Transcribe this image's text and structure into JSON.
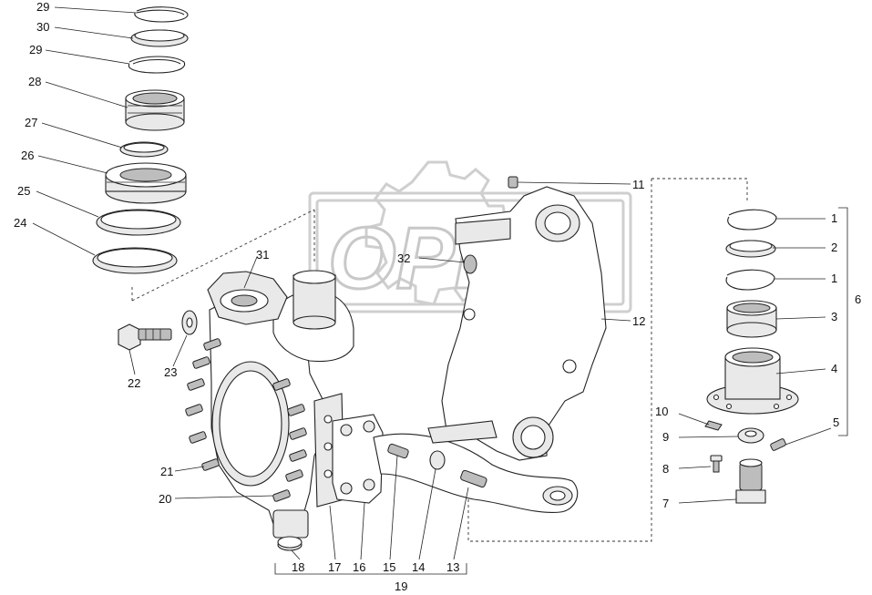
{
  "watermark": {
    "text": "OPEX"
  },
  "callouts": [
    {
      "id": "c29a",
      "text": "29"
    },
    {
      "id": "c30",
      "text": "30"
    },
    {
      "id": "c29b",
      "text": "29"
    },
    {
      "id": "c28",
      "text": "28"
    },
    {
      "id": "c27",
      "text": "27"
    },
    {
      "id": "c26",
      "text": "26"
    },
    {
      "id": "c25",
      "text": "25"
    },
    {
      "id": "c24",
      "text": "24"
    },
    {
      "id": "c31",
      "text": "31"
    },
    {
      "id": "c32",
      "text": "32"
    },
    {
      "id": "c11",
      "text": "11"
    },
    {
      "id": "c12",
      "text": "12"
    },
    {
      "id": "c22",
      "text": "22"
    },
    {
      "id": "c23",
      "text": "23"
    },
    {
      "id": "c21",
      "text": "21"
    },
    {
      "id": "c20",
      "text": "20"
    },
    {
      "id": "c18",
      "text": "18"
    },
    {
      "id": "c17",
      "text": "17"
    },
    {
      "id": "c16",
      "text": "16"
    },
    {
      "id": "c15",
      "text": "15"
    },
    {
      "id": "c14",
      "text": "14"
    },
    {
      "id": "c13",
      "text": "13"
    },
    {
      "id": "c19",
      "text": "19"
    },
    {
      "id": "c1a",
      "text": "1"
    },
    {
      "id": "c2",
      "text": "2"
    },
    {
      "id": "c1b",
      "text": "1"
    },
    {
      "id": "c3",
      "text": "3"
    },
    {
      "id": "c4",
      "text": "4"
    },
    {
      "id": "c6",
      "text": "6"
    },
    {
      "id": "c10",
      "text": "10"
    },
    {
      "id": "c9",
      "text": "9"
    },
    {
      "id": "c5",
      "text": "5"
    },
    {
      "id": "c8",
      "text": "8"
    },
    {
      "id": "c7",
      "text": "7"
    }
  ]
}
